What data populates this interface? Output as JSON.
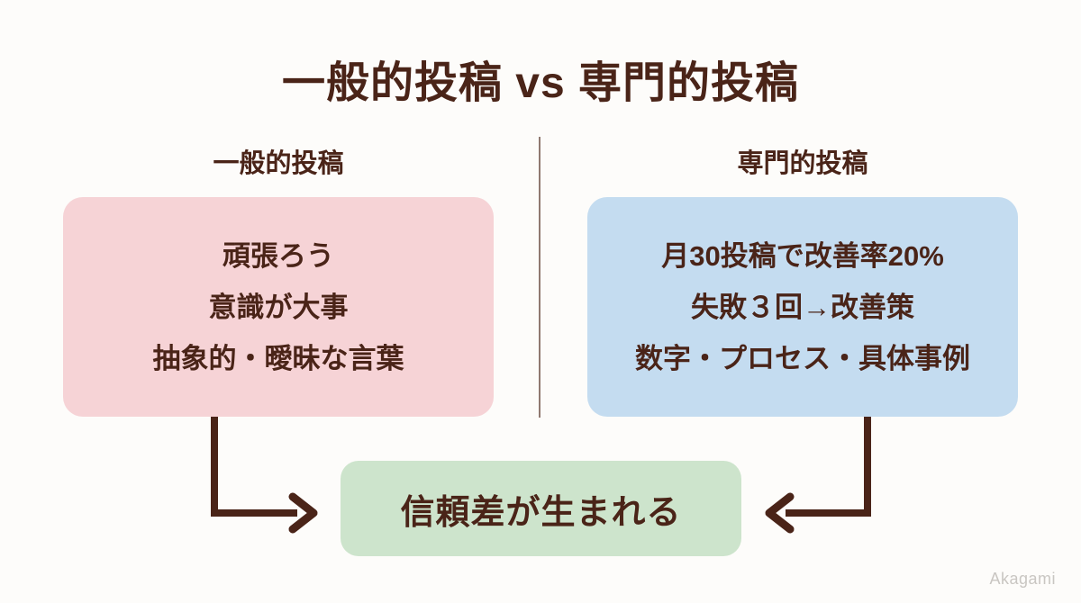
{
  "slide": {
    "title": "一般的投稿 vs 専門的投稿",
    "background_color": "#fdfcfa",
    "text_color": "#4a2418"
  },
  "columns": {
    "left": {
      "heading": "一般的投稿",
      "card_color": "#f6d3d6",
      "lines": [
        "頑張ろう",
        "意識が大事",
        "抽象的・曖昧な言葉"
      ]
    },
    "right": {
      "heading": "専門的投稿",
      "card_color": "#c4dcf0",
      "lines": [
        "月30投稿で改善率20%",
        "失敗３回→改善策",
        "数字・プロセス・具体事例"
      ]
    }
  },
  "result": {
    "text": "信頼差が生まれる",
    "box_color": "#cde4cc"
  },
  "arrows": {
    "left_arrow_name": "arrow-left-column-to-result",
    "right_arrow_name": "arrow-right-column-to-result",
    "color": "#4a2418"
  },
  "watermark": {
    "text": "Akagami"
  }
}
